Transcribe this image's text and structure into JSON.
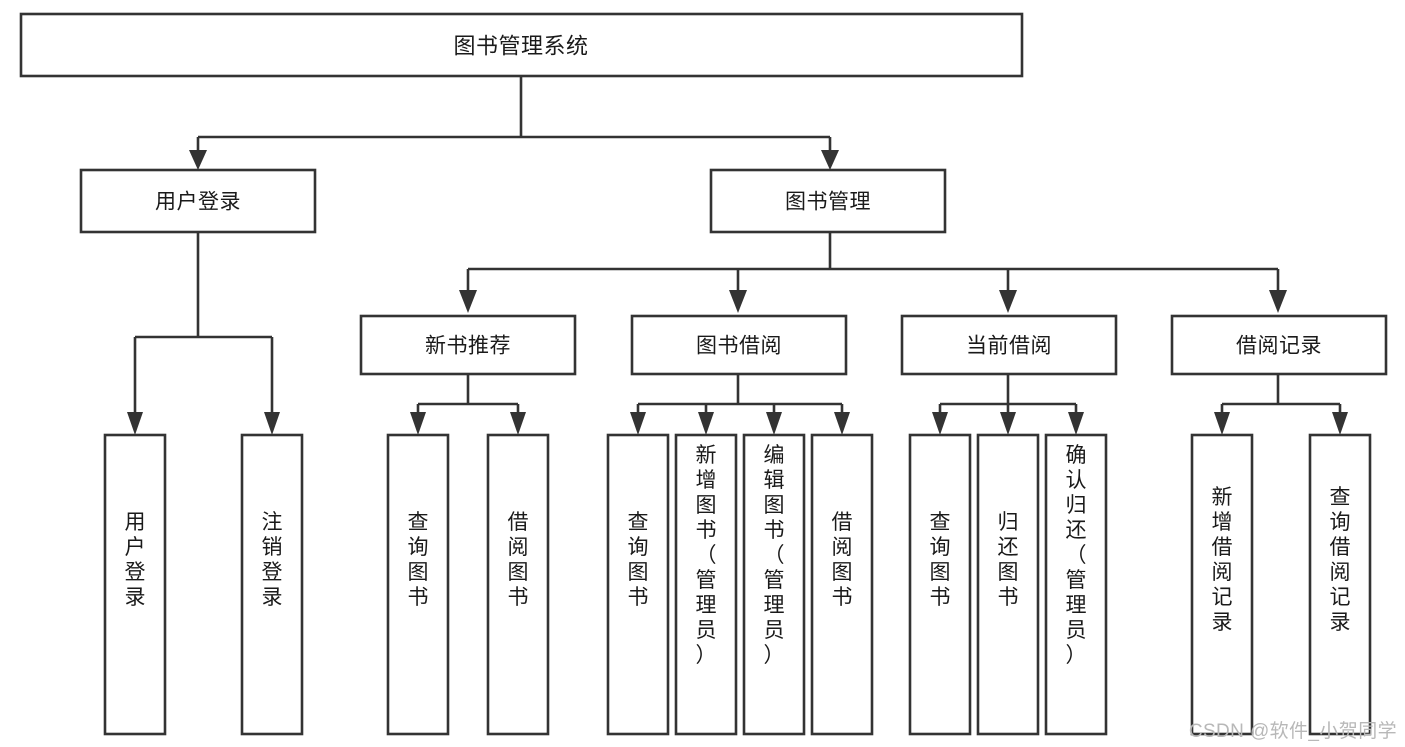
{
  "diagram": {
    "type": "tree-hierarchy",
    "title_node": {
      "id": "root",
      "label": "图书管理系统"
    },
    "level2": [
      {
        "id": "user-login",
        "label": "用户登录"
      },
      {
        "id": "book-manage",
        "label": "图书管理"
      }
    ],
    "level3": [
      {
        "id": "new-book-recommend",
        "label": "新书推荐",
        "parent": "book-manage"
      },
      {
        "id": "book-borrow",
        "label": "图书借阅",
        "parent": "book-manage"
      },
      {
        "id": "current-borrow",
        "label": "当前借阅",
        "parent": "book-manage"
      },
      {
        "id": "borrow-record",
        "label": "借阅记录",
        "parent": "book-manage"
      }
    ],
    "leaves": {
      "user-login": [
        {
          "id": "leaf-user-login",
          "label": "用户登录"
        },
        {
          "id": "leaf-logout-login",
          "label": "注销登录"
        }
      ],
      "new-book-recommend": [
        {
          "id": "leaf-query-book-1",
          "label": "查询图书"
        },
        {
          "id": "leaf-borrow-book-1",
          "label": "借阅图书"
        }
      ],
      "book-borrow": [
        {
          "id": "leaf-query-book-2",
          "label": "查询图书"
        },
        {
          "id": "leaf-add-book",
          "label": "新增图书（管理员）"
        },
        {
          "id": "leaf-edit-book",
          "label": "编辑图书（管理员）"
        },
        {
          "id": "leaf-borrow-book-2",
          "label": "借阅图书"
        }
      ],
      "current-borrow": [
        {
          "id": "leaf-query-book-3",
          "label": "查询图书"
        },
        {
          "id": "leaf-return-book",
          "label": "归还图书"
        },
        {
          "id": "leaf-confirm-return",
          "label": "确认归还（管理员）"
        }
      ],
      "borrow-record": [
        {
          "id": "leaf-add-record",
          "label": "新增借阅记录"
        },
        {
          "id": "leaf-query-record",
          "label": "查询借阅记录"
        }
      ]
    },
    "colors": {
      "stroke": "#333333",
      "fill": "#ffffff",
      "text": "#1a1a1a",
      "watermark": "#b8b8b8",
      "background": "#ffffff"
    }
  },
  "watermark": {
    "text": "CSDN @软件_小贺同学"
  }
}
